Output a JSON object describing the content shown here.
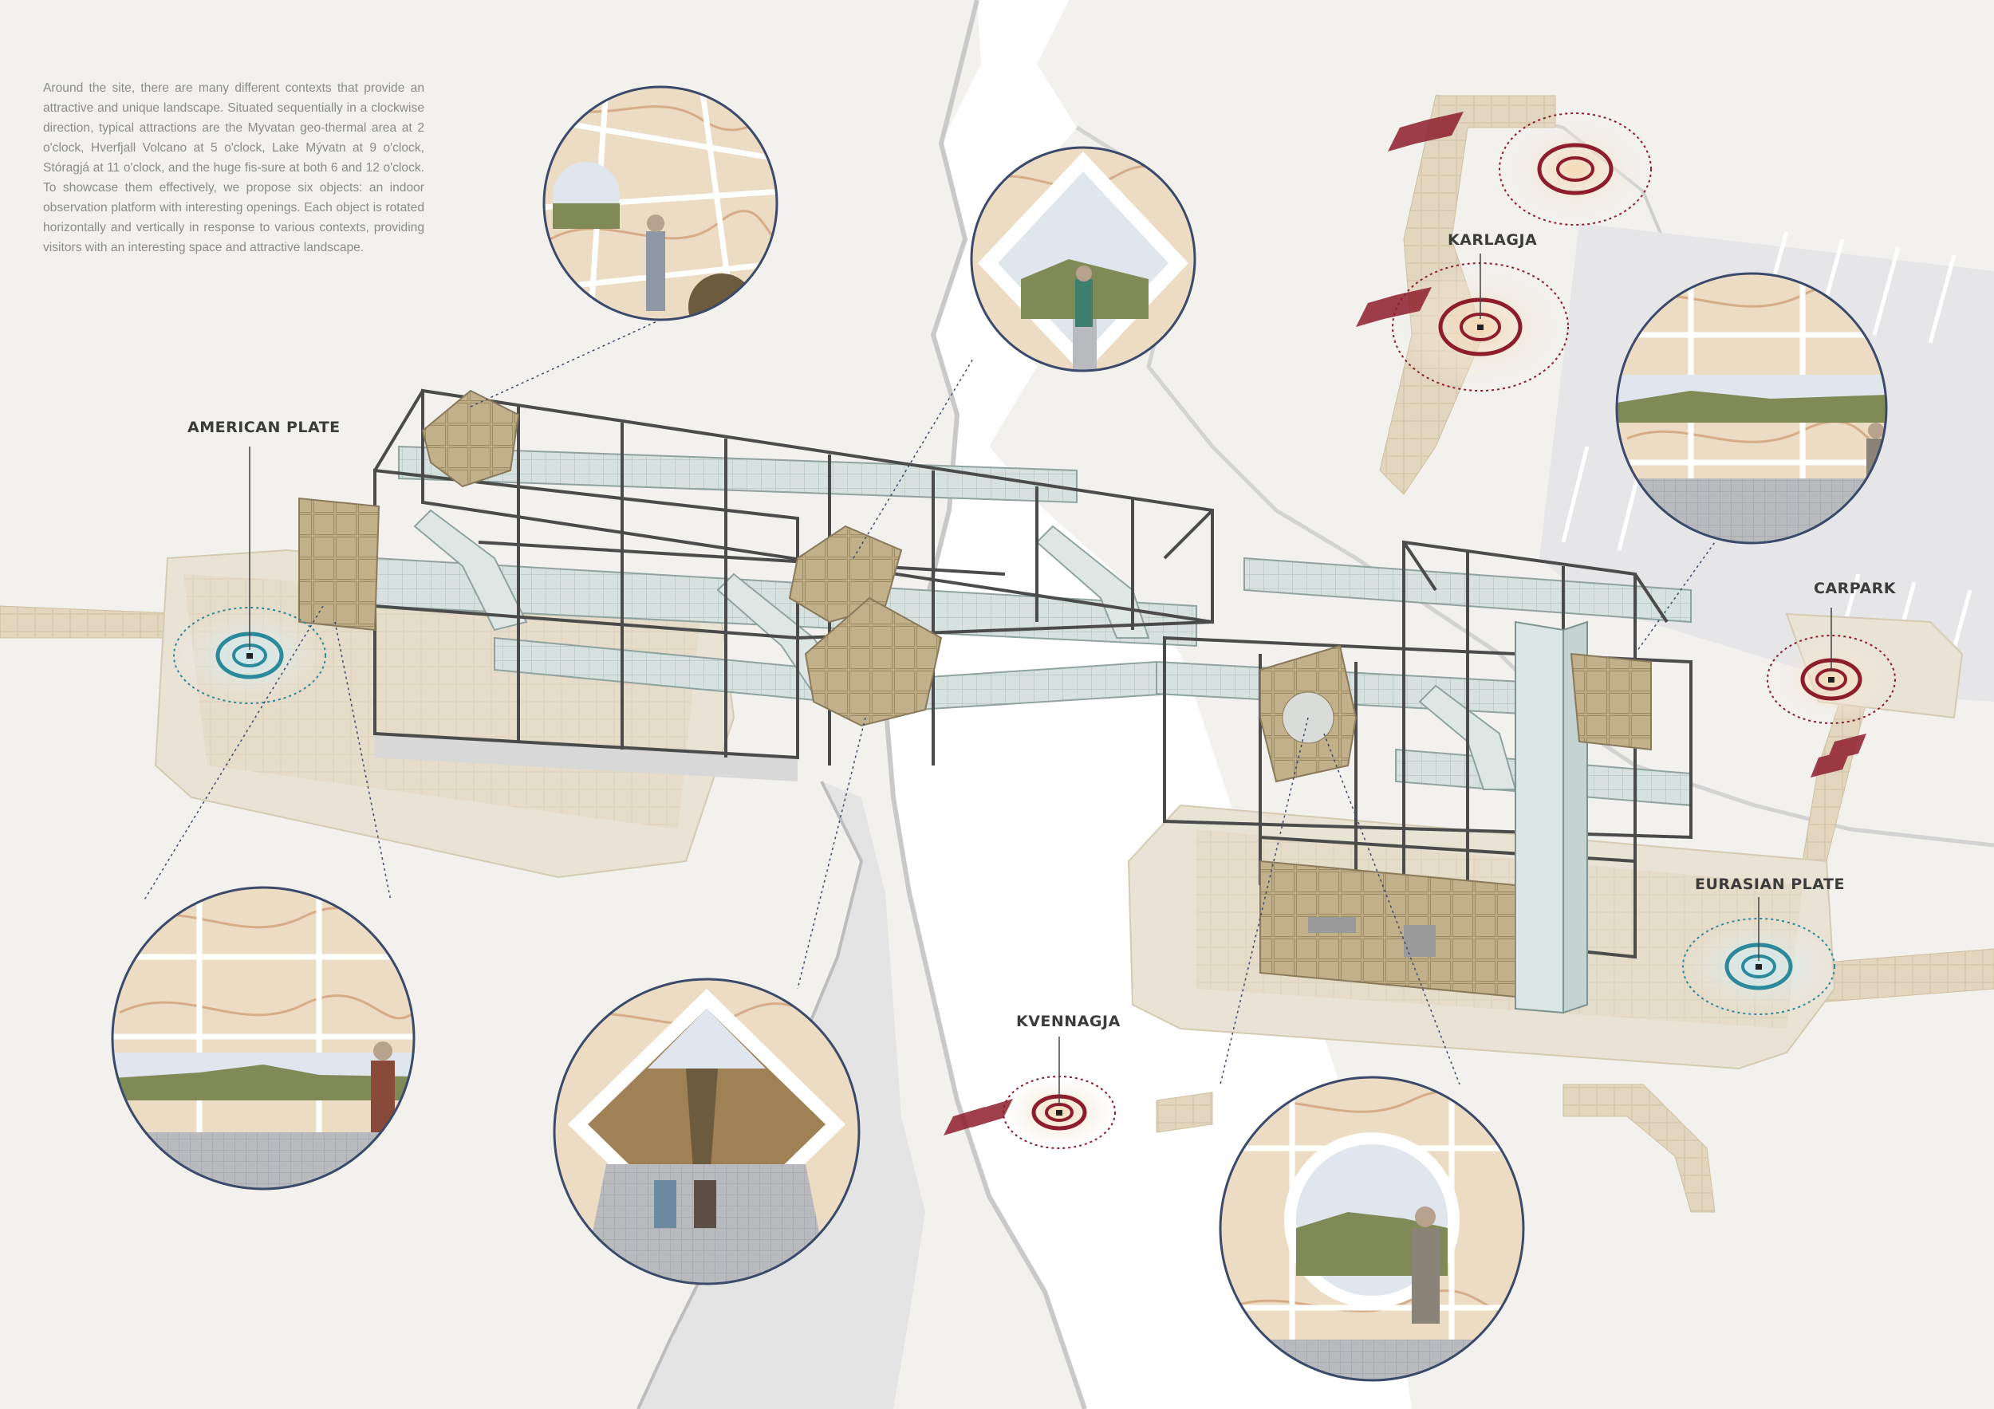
{
  "intro_text": "Around the site, there are many different contexts that provide an attractive and unique landscape. Situated sequentially in a clockwise direction, typical attractions are the Myvatan geo-thermal area at 2 o'clock, Hverfjall Volcano at 5 o'clock, Lake Mývatn at 9 o'clock, Stóragjá at 11 o'clock, and the huge fis-sure at both 6 and 12 o'clock. To showcase them effectively, we propose six objects: an indoor observation platform with interesting openings. Each object is rotated horizontally and vertically in response to various contexts, providing visitors with an interesting space and attractive landscape.",
  "labels": {
    "american_plate": "AMERICAN PLATE",
    "karlagja": "KARLAGJA",
    "carpark": "CARPARK",
    "eurasian_plate": "EURASIAN PLATE",
    "kvennagja": "KVENNAGJA"
  },
  "colors": {
    "background": "#f2f1ee",
    "ground_slab": "#e9e3d6",
    "path": "#d8c9ae",
    "frame": "#4b4b4b",
    "walkway_glass": "#cfdcda",
    "cube_panel": "#b8a57f",
    "marble": "#ecdcc4",
    "marble_vein": "#c98c62",
    "marker_red": "#8e1d2c",
    "marker_teal": "#2a8a9c",
    "bubble_outline": "#3b4a6b",
    "sky": "#dfe6ee",
    "landscape": "#7f8a57"
  },
  "icons": [
    "viewpoint-marker-icon",
    "entry-arrow-icon",
    "person-figure-icon"
  ]
}
